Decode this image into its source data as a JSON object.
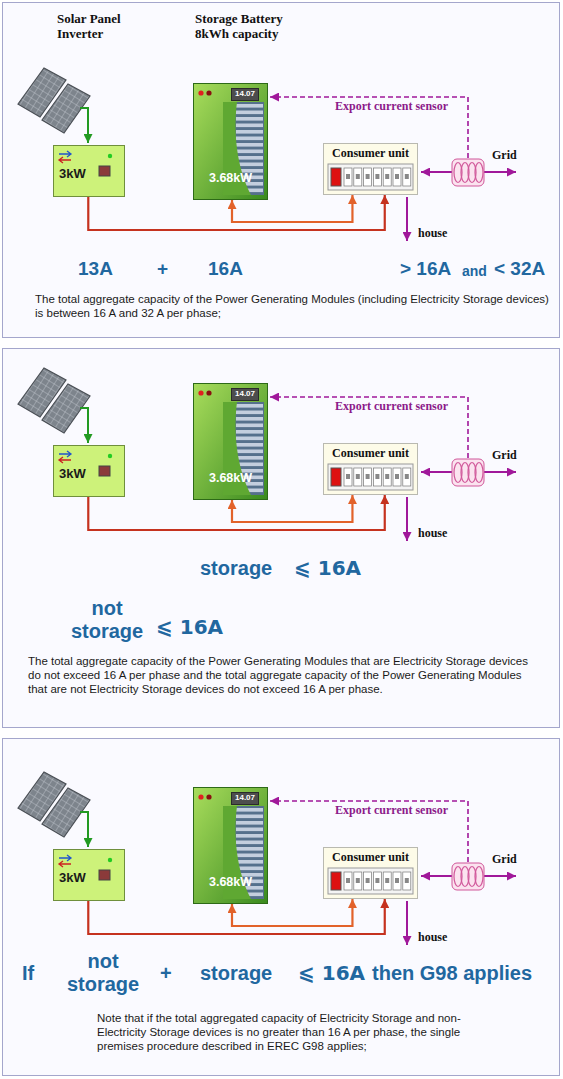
{
  "diagram": {
    "nodes": [
      {
        "text": [
          "The total aggregate capacity of the Power Generating Modules (including Electricity Storage devices) is between 16 A and 32 A per phase;"
        ]
      },
      {
        "text": [
          "3kW"
        ],
        "in": 0
      },
      {
        "text": [
          "14.07",
          "3.68kW"
        ],
        "in": 0
      },
      {
        "text": [
          "Consumer unit"
        ],
        "in": 0
      },
      {
        "text": [
          "The total aggregate capacity of the Power Generating Modules that are Electricity Storage devices do not exceed 16 A per phase and the total aggregate capacity of the Power Generating Modules that are not Electricity Storage devices do not exceed 16 A per phase."
        ]
      },
      {
        "text": [
          "3kW"
        ],
        "in": 4
      },
      {
        "text": [
          "14.07",
          "3.68kW"
        ],
        "in": 4
      },
      {
        "text": [
          "Consumer unit"
        ],
        "in": 4
      },
      {
        "text": [
          "Note that if the total aggregated capacity of Electricity Storage and non-Electricity Storage devices is no greater than 16 A per phase, the single premises procedure described in EREC G98 applies;"
        ]
      },
      {
        "text": [
          "3kW"
        ],
        "in": 8
      },
      {
        "text": [
          "14.07",
          "3.68kW"
        ],
        "in": 8
      },
      {
        "text": [
          "Consumer unit"
        ],
        "in": 8
      }
    ],
    "edges": [
      {
        "from": 1,
        "to": 3,
        "arrow": "to"
      },
      {
        "from": 2,
        "to": 3,
        "arrow": "both"
      },
      {
        "from": 5,
        "to": 7,
        "arrow": "to"
      },
      {
        "from": 6,
        "to": 7,
        "arrow": "both"
      },
      {
        "from": 9,
        "to": 11,
        "arrow": "to"
      },
      {
        "from": 10,
        "to": 11,
        "arrow": "both"
      }
    ],
    "labels": [
      "Solar Panel Inverter",
      "Storage Battery 8kWh capacity",
      "Export current sensor",
      "Grid",
      "house",
      "13A",
      "+",
      "16A",
      "> 16A",
      "and",
      "< 32A",
      "Export current sensor",
      "Grid",
      "house",
      "storage",
      "⩽ 16A",
      "not storage",
      "⩽ 16A",
      "Export current sensor",
      "Grid",
      "house",
      "If",
      "not storage",
      "+",
      "storage",
      "⩽ 16A",
      "then G98 applies"
    ]
  }
}
